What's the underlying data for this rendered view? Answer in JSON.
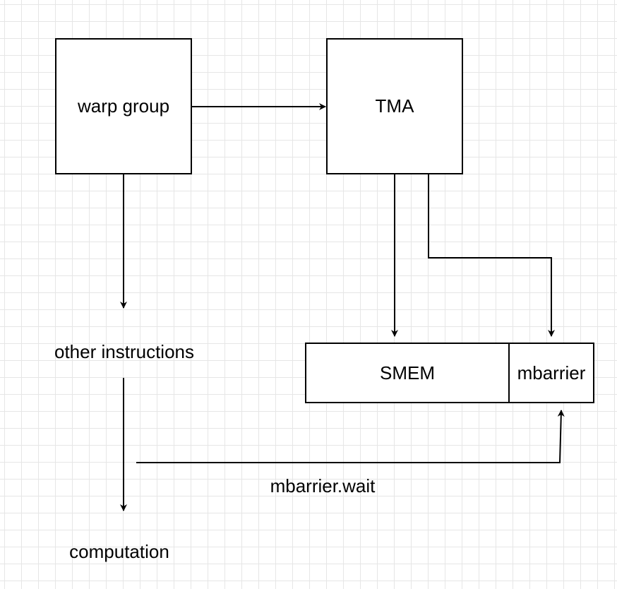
{
  "nodes": {
    "warp_group": "warp group",
    "tma": "TMA",
    "smem": "SMEM",
    "mbarrier": "mbarrier"
  },
  "labels": {
    "other_instructions": "other instructions",
    "computation": "computation",
    "mbarrier_wait": "mbarrier.wait"
  },
  "colors": {
    "stroke": "#000000",
    "grid": "#e6e6e6",
    "fill": "#ffffff"
  }
}
